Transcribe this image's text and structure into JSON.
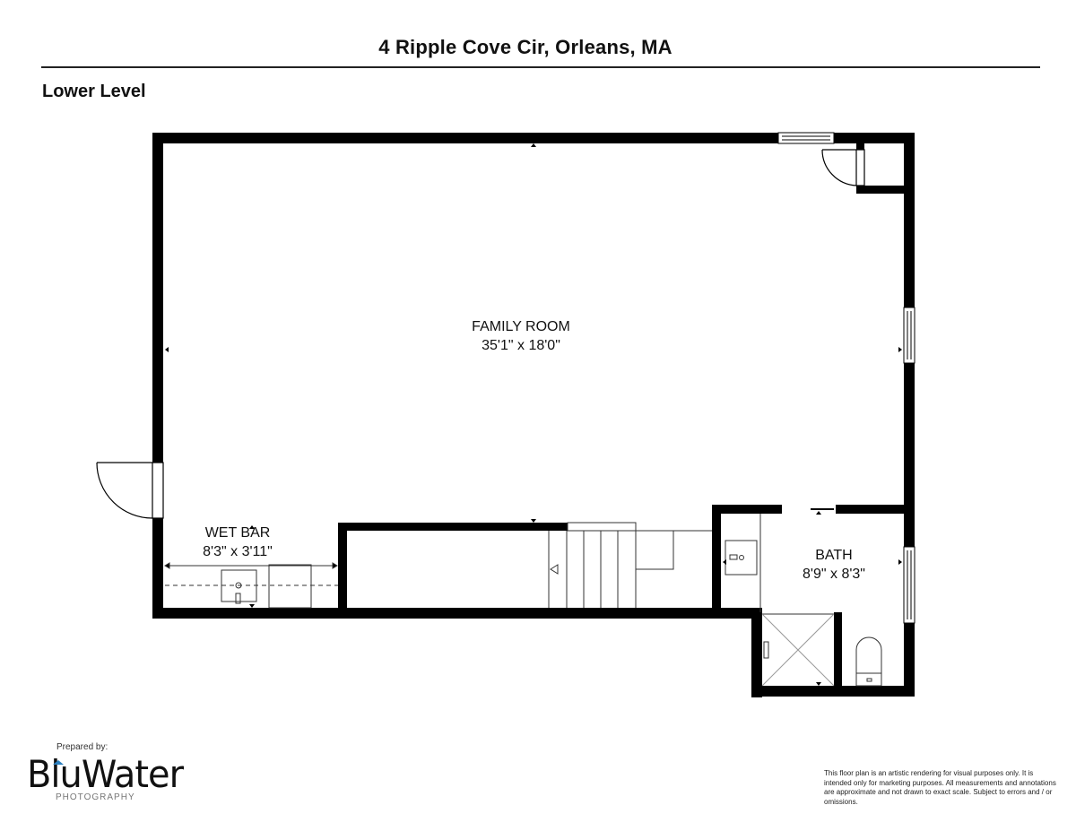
{
  "header": {
    "title": "4 Ripple Cove Cir, Orleans, MA",
    "level": "Lower Level"
  },
  "rooms": [
    {
      "name": "FAMILY ROOM",
      "dims": "35'1\" x 18'0\""
    },
    {
      "name": "WET BAR",
      "dims": "8'3\" x 3'11\""
    },
    {
      "name": "BATH",
      "dims": "8'9\" x 8'3\""
    }
  ],
  "footer": {
    "prepared_by": "Prepared by:",
    "logo_main": "BluWater",
    "logo_sub": "PHOTOGRAPHY",
    "logo_accent": "#2a7fbf",
    "disclaimer": "This floor plan is an artistic rendering for visual purposes only. It is intended only for marketing purposes. All measurements and annotations are approximate and not drawn to exact scale. Subject to errors and / or omissions."
  }
}
